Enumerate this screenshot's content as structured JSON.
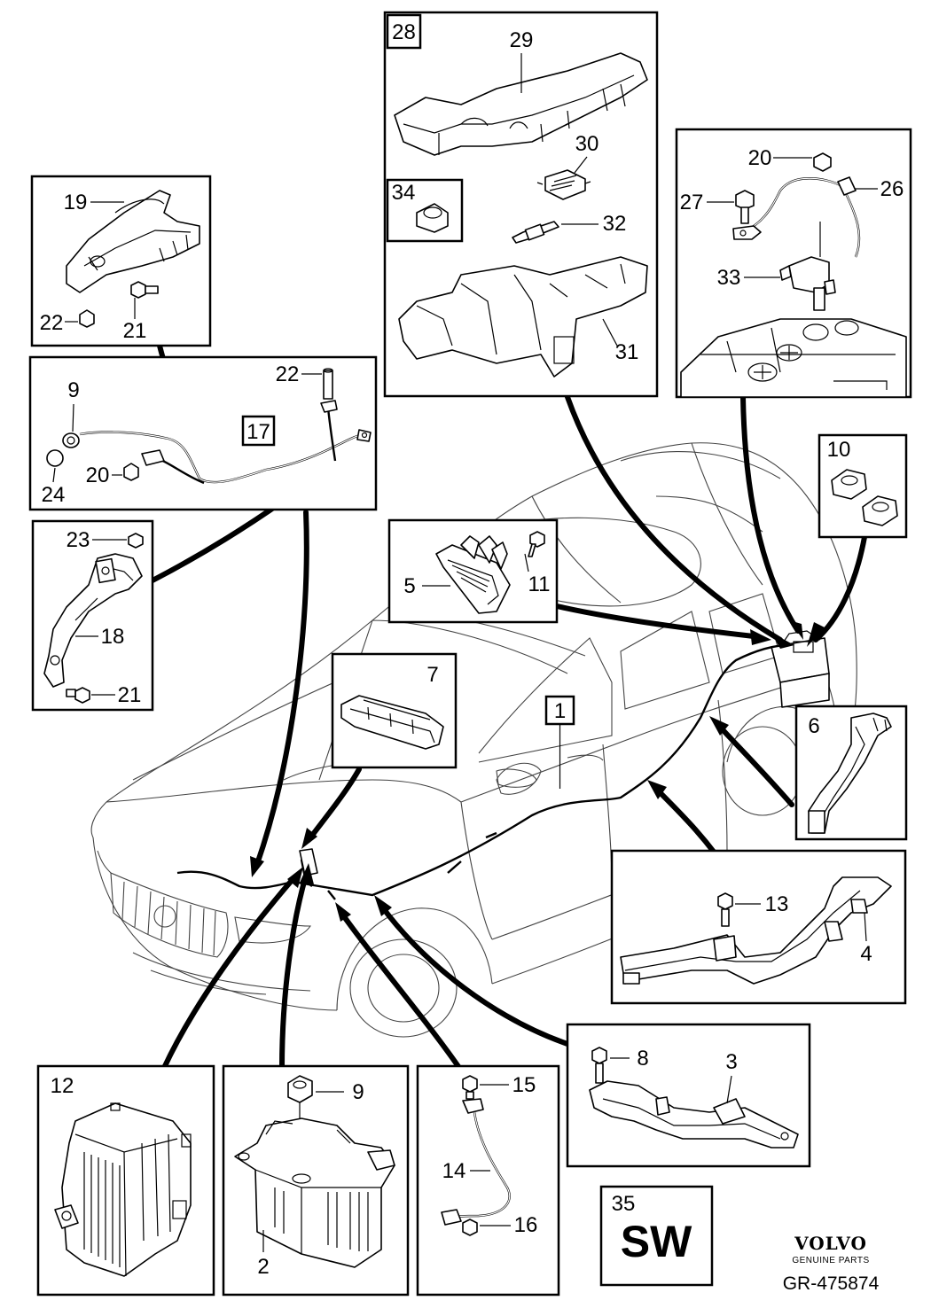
{
  "boxes": {
    "b28": {
      "tag": "28",
      "labels": [
        "29",
        "30",
        "34",
        "32",
        "31"
      ]
    },
    "b26": {
      "labels": [
        "20",
        "26",
        "27",
        "33"
      ]
    },
    "b19": {
      "labels": [
        "19",
        "22",
        "21"
      ]
    },
    "b17": {
      "tag": "17",
      "labels": [
        "22",
        "9",
        "24",
        "20"
      ]
    },
    "b10": {
      "labels": [
        "10"
      ]
    },
    "b5": {
      "labels": [
        "5",
        "11"
      ]
    },
    "b18": {
      "labels": [
        "23",
        "18",
        "21"
      ]
    },
    "b7": {
      "labels": [
        "7"
      ]
    },
    "b6": {
      "labels": [
        "6"
      ]
    },
    "b4": {
      "labels": [
        "13",
        "4"
      ]
    },
    "b3": {
      "labels": [
        "8",
        "3"
      ]
    },
    "b12": {
      "labels": [
        "12"
      ]
    },
    "b2": {
      "labels": [
        "9",
        "2"
      ]
    },
    "b14": {
      "labels": [
        "15",
        "14",
        "16"
      ]
    },
    "b35": {
      "labels": [
        "35"
      ],
      "code": "SW"
    }
  },
  "car_label": "1",
  "branding": {
    "brand": "VOLVO",
    "sub": "GENUINE PARTS",
    "ref": "GR-475874"
  }
}
